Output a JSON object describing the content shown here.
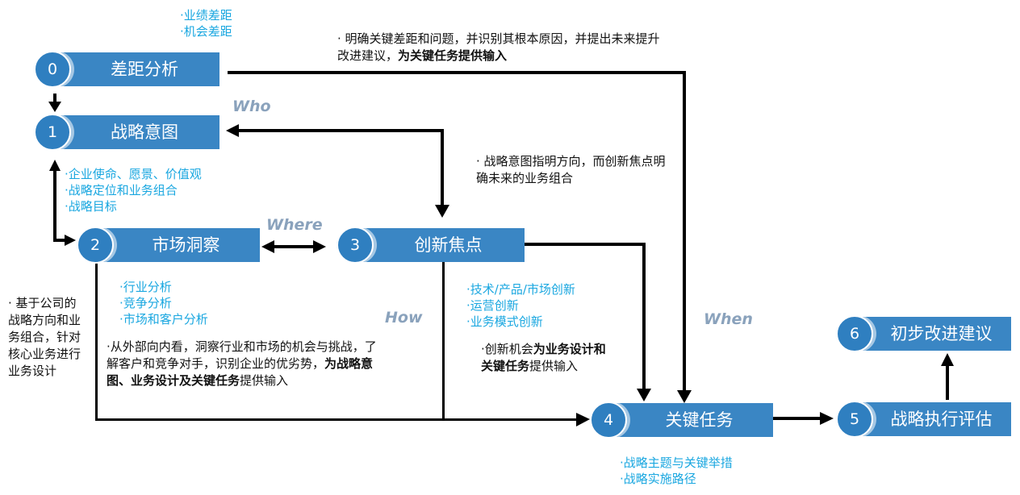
{
  "colors": {
    "node_fill": "#3a86c4",
    "circle_fill": "#2f7fc0",
    "list_text": "#1aa7e0",
    "question_text": "#8aa2bc",
    "arrow": "#000000"
  },
  "nodes": [
    {
      "num": "0",
      "label": "差距分析"
    },
    {
      "num": "1",
      "label": "战略意图"
    },
    {
      "num": "2",
      "label": "市场洞察"
    },
    {
      "num": "3",
      "label": "创新焦点"
    },
    {
      "num": "4",
      "label": "关键任务"
    },
    {
      "num": "5",
      "label": "战略执行评估"
    },
    {
      "num": "6",
      "label": "初步改进建议"
    }
  ],
  "lists": {
    "gap": [
      "·业绩差距",
      "·机会差距"
    ],
    "intent": [
      "·企业使命、愿景、价值观",
      "·战略定位和业务组合",
      "·战略目标"
    ],
    "market": [
      "·行业分析",
      "·竞争分析",
      "·市场和客户分析"
    ],
    "innovation": [
      "·技术/产品/市场创新",
      "·运营创新",
      "·业务模式创新"
    ],
    "task": [
      "·战略主题与关键举措",
      "·战略实施路径"
    ]
  },
  "questions": {
    "who": "Who",
    "where": "Where",
    "how": "How",
    "when": "When"
  },
  "notes": {
    "gap": {
      "a": "· 明确关键差距和问题，并识别其根本原因，并提出未来提升改进建议，",
      "b": "为关键任务提供输入"
    },
    "intent": {
      "a": "· 战略意图指明方向，而创新焦点明确未来的业务组合"
    },
    "left": {
      "a": "· 基于公司的战略方向和业务组合，针对核心业务进行业务设计"
    },
    "market": {
      "a": "·从外部向内看，洞察行业和市场的机会与挑战，了解客户和竞争对手，识别企业的优劣势，",
      "b": "为战略意图、业务设计及关键任务",
      "c": "提供输入"
    },
    "innovation": {
      "a": "·创新机会",
      "b": "为业务设计和关键任务",
      "c": "提供输入"
    }
  }
}
